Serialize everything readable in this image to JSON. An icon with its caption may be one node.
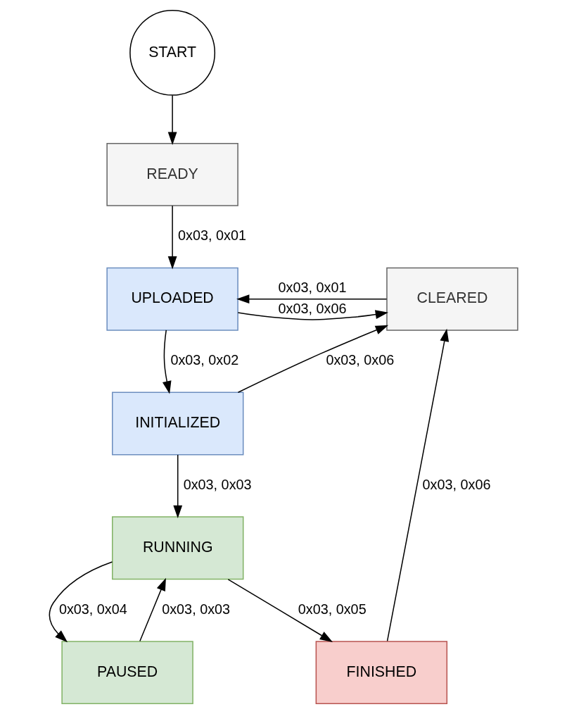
{
  "diagram": {
    "nodes": [
      {
        "text": [
          "START"
        ]
      },
      {
        "text": [
          "READY"
        ]
      },
      {
        "text": [
          "CLEARED"
        ]
      },
      {
        "text": [
          "UPLOADED"
        ]
      },
      {
        "text": [
          "INITIALIZED"
        ]
      },
      {
        "text": [
          "FINISHED"
        ]
      },
      {
        "text": [
          "RUNNING"
        ]
      },
      {
        "text": [
          "PAUSED"
        ]
      }
    ],
    "edges": [
      {
        "from": 0,
        "to": 1,
        "arrow": "to"
      },
      {
        "from": 1,
        "to": 3,
        "arrow": "to",
        "label": "0x03, 0x01"
      },
      {
        "from": 2,
        "to": 3,
        "arrow": "to",
        "label": "0x03, 0x01"
      },
      {
        "from": 3,
        "to": 2,
        "arrow": "to",
        "label": "0x03, 0x06"
      },
      {
        "from": 3,
        "to": 4,
        "arrow": "to",
        "label": "0x03, 0x02"
      },
      {
        "from": 4,
        "to": 2,
        "arrow": "to",
        "label": "0x03, 0x06"
      },
      {
        "from": 5,
        "to": 2,
        "arrow": "to",
        "label": "0x03, 0x06"
      },
      {
        "from": 4,
        "to": 6,
        "arrow": "to",
        "label": "0x03, 0x03"
      },
      {
        "from": 6,
        "to": 5,
        "arrow": "to",
        "label": "0x03, 0x05"
      },
      {
        "from": 7,
        "to": 6,
        "arrow": "to",
        "label": "0x03, 0x03"
      },
      {
        "from": 6,
        "to": 7,
        "arrow": "to",
        "label": "0x03, 0x04"
      }
    ]
  }
}
